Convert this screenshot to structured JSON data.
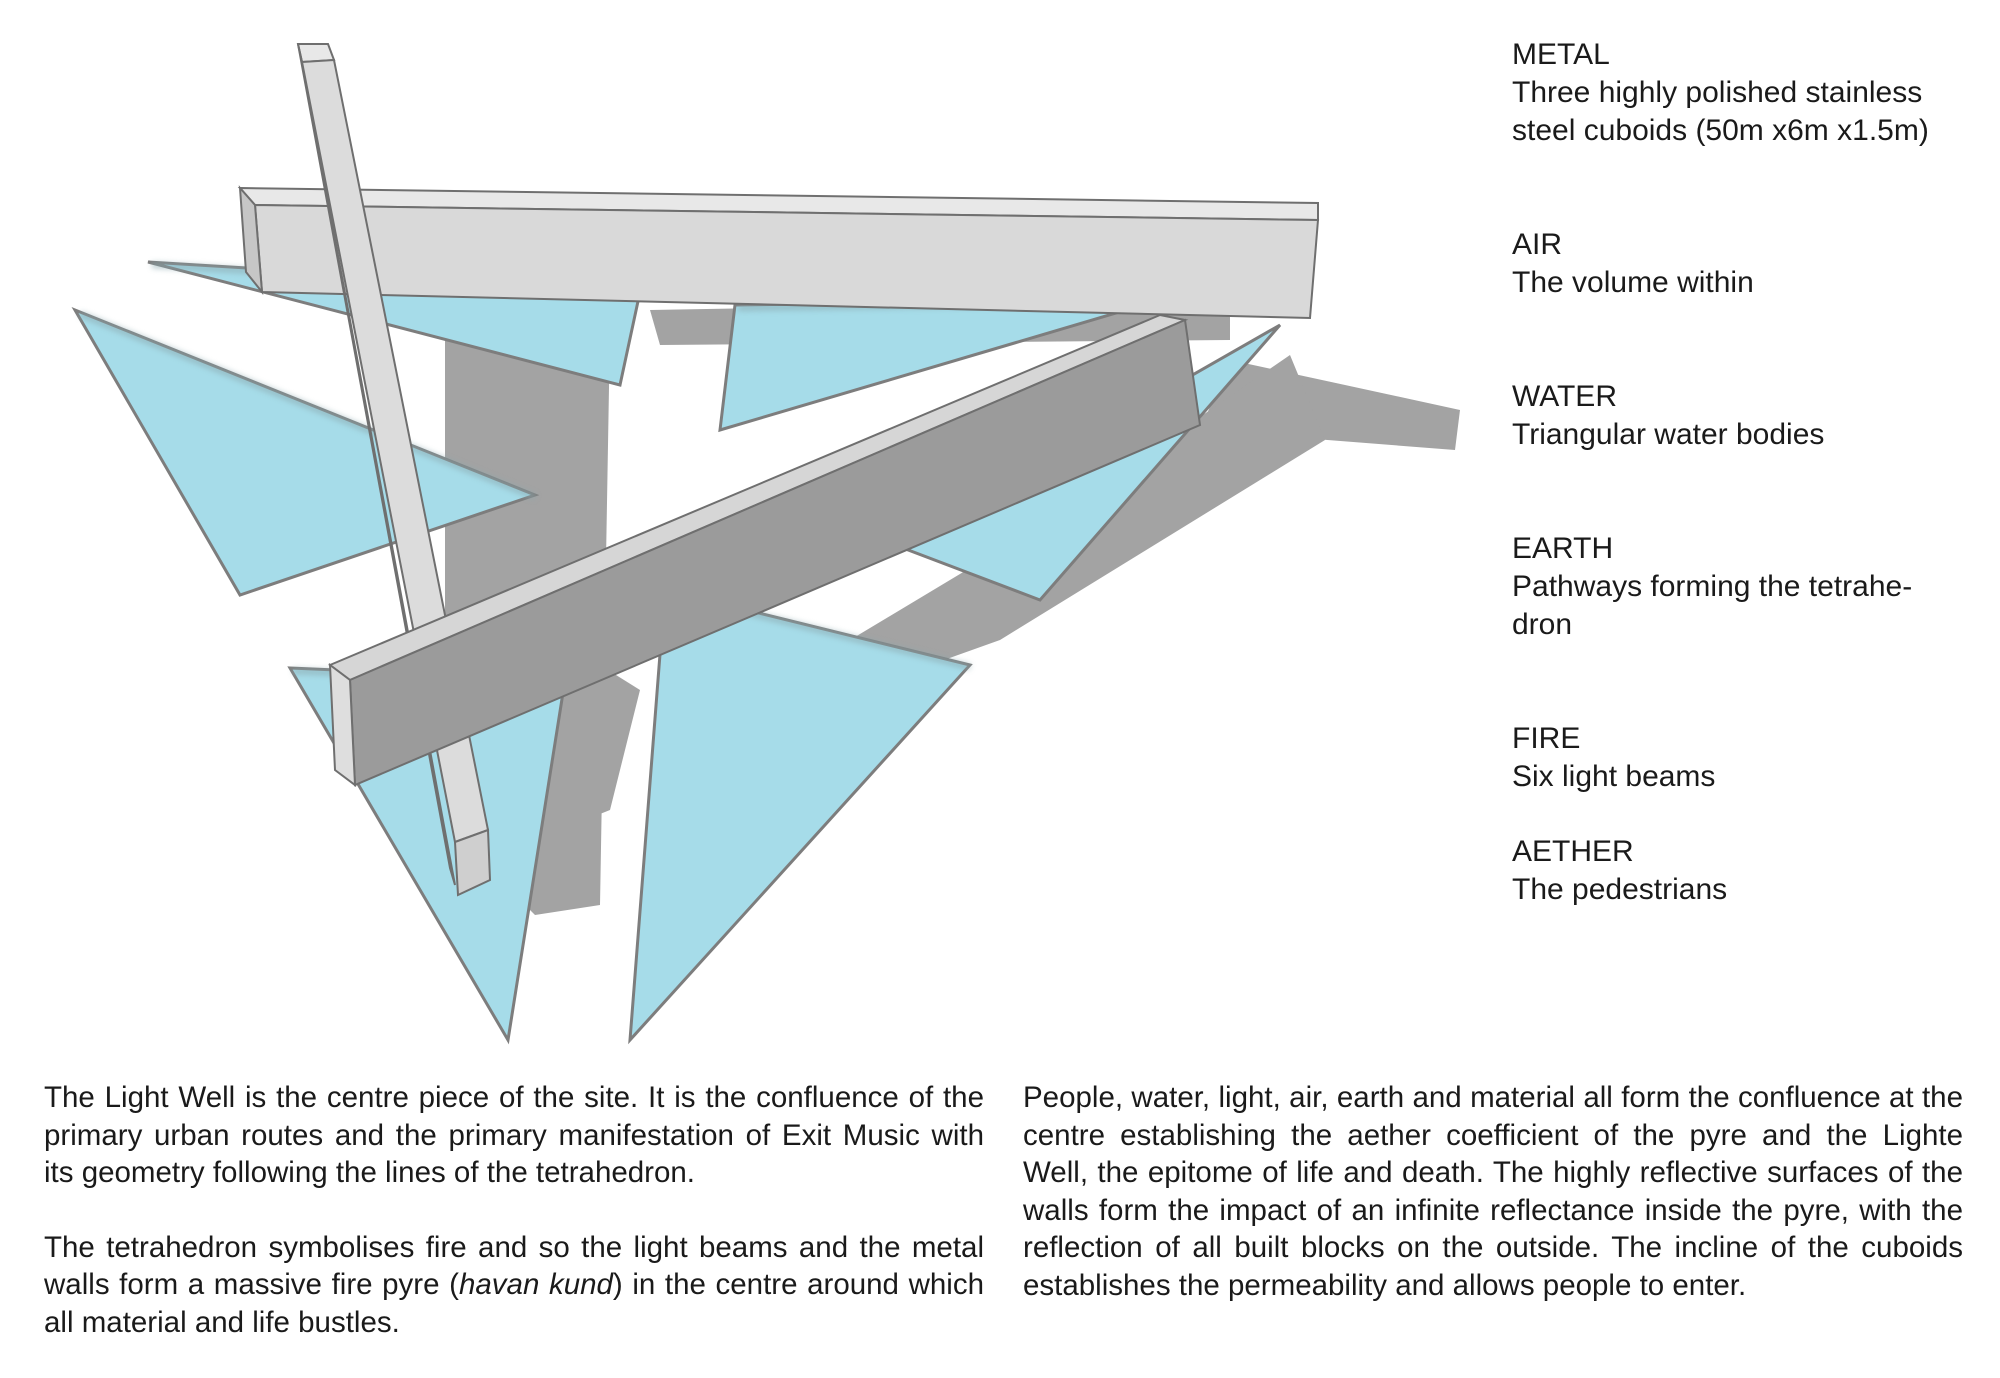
{
  "legend": [
    {
      "title": "METAL",
      "desc": "Three highly polished stainless\nsteel cuboids (50m x6m x1.5m)"
    },
    {
      "title": "AIR",
      "desc": "The volume within"
    },
    {
      "title": "WATER",
      "desc": "Triangular water bodies"
    },
    {
      "title": "EARTH",
      "desc": "Pathways forming the tetrahe-\ndron"
    },
    {
      "title": "FIRE",
      "desc": "Six light beams"
    },
    {
      "title": "AETHER",
      "desc": "The pedestrians"
    }
  ],
  "text": {
    "left_p1": "The Light Well is the centre piece of the site. It is the confluence of the primary urban routes and the primary manifestation of Exit Music with its geometry following the lines of the tetrahedron.",
    "left_p2_a": "The tetrahedron symbolises fire and so the light beams and the metal walls form a massive fire pyre (",
    "left_p2_italic": "havan kund",
    "left_p2_b": ") in the centre around which all material and life bustles.",
    "right_p1": "People, water, light, air, earth and material all form the confluence at the centre establishing the aether coefficient of the pyre and the Lighte Well, the epitome of life and death. The highly reflective surfaces of the walls form the impact of an infinite reflectance inside the pyre, with the reflection of all built blocks on the outside. The incline of the cuboids establishes the permeability and allows people to enter."
  },
  "colors": {
    "water": "#a6dce9",
    "shadow": "#a3a3a3",
    "metal_light": "#d9d9d9",
    "metal_top": "#e8e8e8",
    "metal_dark": "#9b9b9b",
    "edge": "#6f6f6f"
  }
}
